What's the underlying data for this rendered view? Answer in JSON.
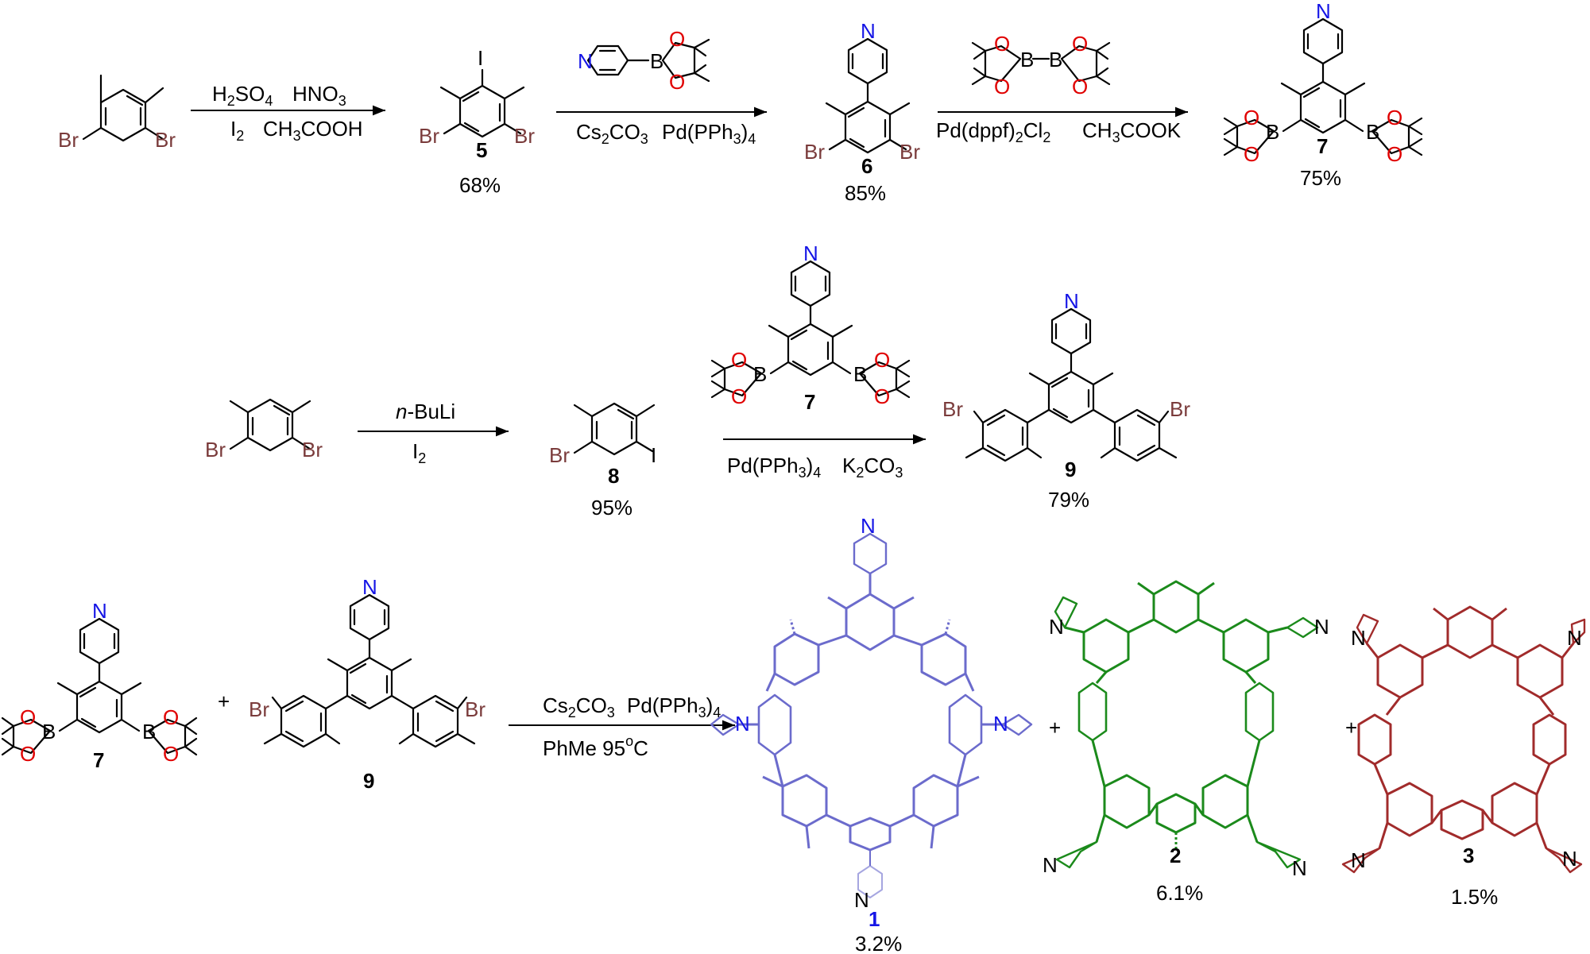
{
  "row1": {
    "sm_br_left": "Br",
    "sm_br_right": "Br",
    "step1": {
      "above_a": "H",
      "above_a_sub": "2",
      "above_a_tail": "SO",
      "above_a_sub2": "4",
      "above_b": "HNO",
      "above_b_sub": "3",
      "below_a": "I",
      "below_a_sub": "2",
      "below_b": "CH",
      "below_b_sub": "3",
      "below_b_tail": "COOH"
    },
    "c5": {
      "iodo": "I",
      "br_left": "Br",
      "br_right": "Br",
      "label": "5",
      "yield": "68%"
    },
    "step2": {
      "reagent_n": "N",
      "reagent_b": "B",
      "reagent_o1": "O",
      "reagent_o2": "O",
      "below_a": "Cs",
      "below_a_sub": "2",
      "below_a_tail": "CO",
      "below_a_sub2": "3",
      "below_b": "Pd(PPh",
      "below_b_sub": "3",
      "below_b_tail": ")",
      "below_b_sub2": "4"
    },
    "c6": {
      "n": "N",
      "br_left": "Br",
      "br_right": "Br",
      "label": "6",
      "yield": "85%"
    },
    "step3": {
      "b1": "B",
      "b2": "B",
      "o1": "O",
      "o2": "O",
      "o3": "O",
      "o4": "O",
      "below_a": "Pd(dppf)",
      "below_a_sub": "2",
      "below_a_tail": "Cl",
      "below_a_sub2": "2",
      "below_b": "CH",
      "below_b_sub": "3",
      "below_b_tail": "COOK"
    },
    "c7": {
      "n": "N",
      "b1": "B",
      "b2": "B",
      "o1": "O",
      "o2": "O",
      "o3": "O",
      "o4": "O",
      "label": "7",
      "yield": "75%"
    }
  },
  "row2": {
    "sm_br_left": "Br",
    "sm_br_right": "Br",
    "step1": {
      "above_a": "n",
      "above_b": "-BuLi",
      "below_a": "I",
      "below_a_sub": "2"
    },
    "c8": {
      "br": "Br",
      "iodo": "I",
      "label": "8",
      "yield": "95%"
    },
    "step2": {
      "c7_n": "N",
      "c7_b1": "B",
      "c7_b2": "B",
      "c7_o1": "O",
      "c7_o2": "O",
      "c7_o3": "O",
      "c7_o4": "O",
      "c7_label": "7",
      "below_a": "Pd(PPh",
      "below_a_sub": "3",
      "below_a_tail": ")",
      "below_a_sub2": "4",
      "below_b": "K",
      "below_b_sub": "2",
      "below_b_tail": "CO",
      "below_b_sub2": "3"
    },
    "c9": {
      "n": "N",
      "br_left": "Br",
      "br_right": "Br",
      "label": "9",
      "yield": "79%"
    }
  },
  "row3": {
    "c7": {
      "n": "N",
      "b1": "B",
      "b2": "B",
      "o1": "O",
      "o2": "O",
      "o3": "O",
      "o4": "O",
      "label": "7"
    },
    "plus1": "+",
    "c9": {
      "n": "N",
      "br_left": "Br",
      "br_right": "Br",
      "label": "9"
    },
    "step": {
      "above_a": "Cs",
      "above_a_sub": "2",
      "above_a_tail": "CO",
      "above_a_sub2": "3",
      "above_b": "Pd(PPh",
      "above_b_sub": "3",
      "above_b_tail": ")",
      "above_b_sub2": "4",
      "below_a": "PhMe 95",
      "below_a_sup": "o",
      "below_a_tail": "C"
    },
    "p1": {
      "n_top": "N",
      "n_left": "N",
      "n_right": "N",
      "n_bottom": "N",
      "label": "1",
      "yield": "3.2%"
    },
    "plus2": "+",
    "p2": {
      "n_left": "N",
      "n_right": "N",
      "n_bl": "N",
      "n_br": "N",
      "label": "2",
      "yield": "6.1%"
    },
    "plus3": "+",
    "p3": {
      "n_left": "N",
      "n_right": "N",
      "n_bl": "N",
      "n_br": "N",
      "label": "3",
      "yield": "1.5%"
    }
  },
  "colors": {
    "bromine": "#7a3b3b",
    "nitrogen": "#1515e6",
    "oxygen": "#e00000",
    "product1": "#6b6bcc",
    "product2": "#1b8a1b",
    "product3": "#a12b2b"
  }
}
